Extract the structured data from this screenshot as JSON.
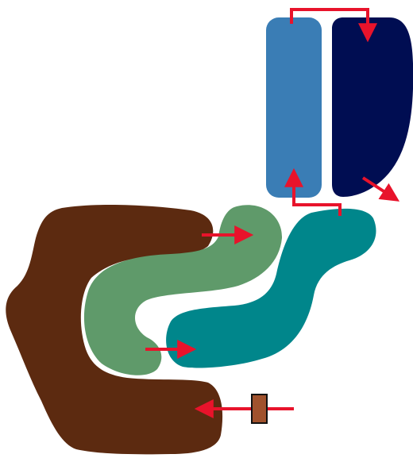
{
  "diagram": {
    "colors": {
      "background": "#ffffff",
      "brown_segment": "#5c2a10",
      "green_segment": "#5f9a6a",
      "teal_segment": "#00868b",
      "light_blue_segment": "#3a7db5",
      "navy_segment": "#000d52",
      "flow_arrows": "#e8132b",
      "valve_box": "#a0522d",
      "valve_outline": "#111111"
    },
    "segments": [
      {
        "name": "brown-u-segment",
        "color_key": "brown_segment"
      },
      {
        "name": "green-s-segment",
        "color_key": "green_segment"
      },
      {
        "name": "teal-s-segment",
        "color_key": "teal_segment"
      },
      {
        "name": "light-blue-column",
        "color_key": "light_blue_segment"
      },
      {
        "name": "navy-d-column",
        "color_key": "navy_segment"
      }
    ],
    "flow_arrow_count": 6,
    "valve_count": 1
  }
}
